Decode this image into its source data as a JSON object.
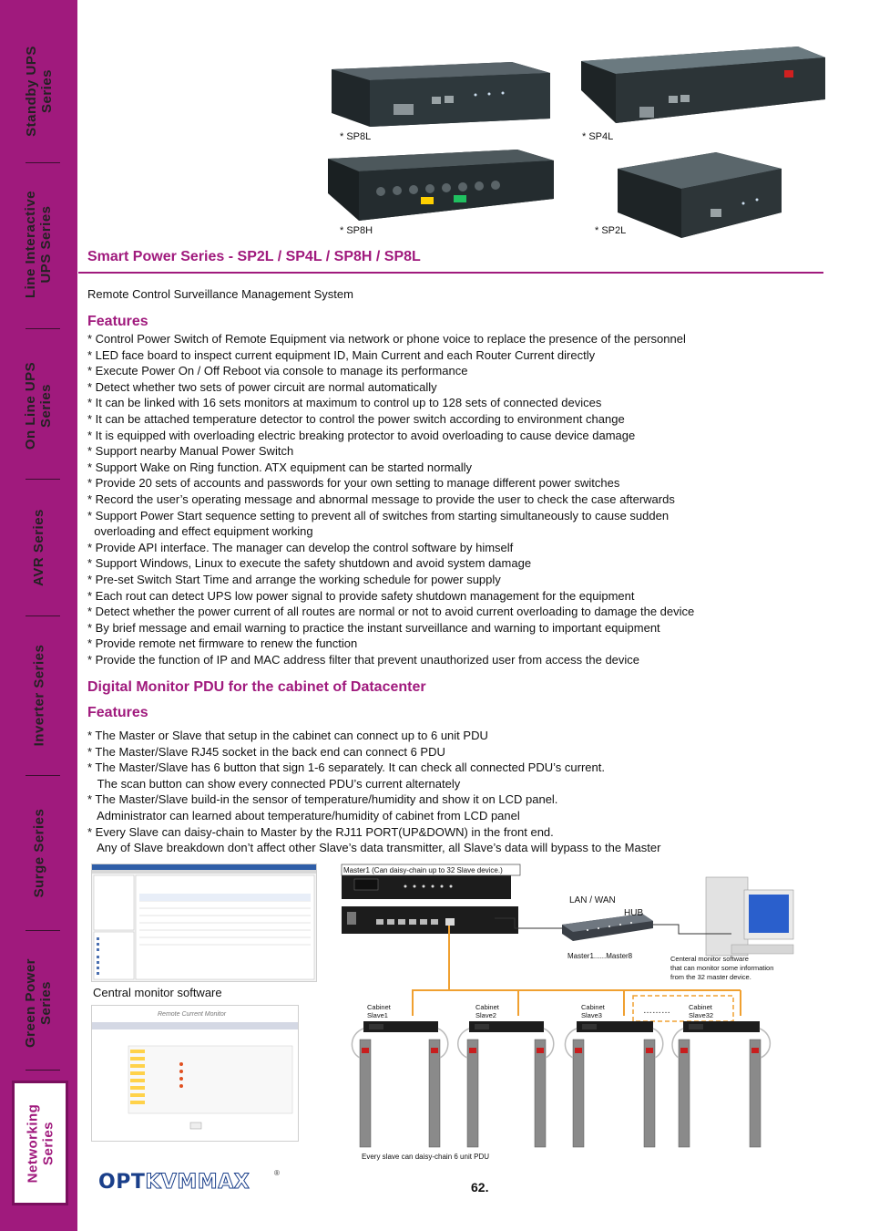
{
  "sidebar": {
    "items": [
      {
        "line1": "Standby UPS",
        "line2": "Series"
      },
      {
        "line1": "Line Interactive",
        "line2": "UPS Series"
      },
      {
        "line1": "On Line UPS",
        "line2": "Series"
      },
      {
        "line1": "AVR Series",
        "line2": ""
      },
      {
        "line1": "Inverter Series",
        "line2": ""
      },
      {
        "line1": "Surge Series",
        "line2": ""
      },
      {
        "line1": "Green Power",
        "line2": "Series"
      },
      {
        "line1": "Networking",
        "line2": "Series"
      }
    ]
  },
  "products": {
    "captions": [
      "* SP8L",
      "* SP4L",
      "* SP8H",
      "* SP2L"
    ]
  },
  "section1": {
    "title": "Smart Power Series - SP2L / SP4L / SP8H / SP8L",
    "subtitle": "Remote Control Surveillance Management System",
    "features_heading": "Features",
    "features": [
      "* Control Power Switch of Remote Equipment via network or phone voice to replace the presence of the personnel",
      "* LED face board to inspect current equipment ID, Main Current and each Router Current directly",
      "* Execute Power On / Off Reboot via console to manage its performance",
      "* Detect whether two sets of power circuit are normal automatically",
      "* It can be linked with 16 sets monitors at maximum to control up to 128 sets of connected devices",
      "* It can be attached temperature detector to control the power switch according to environment change",
      "* It is equipped with overloading electric breaking protector to avoid overloading to cause device damage",
      "* Support nearby Manual Power Switch",
      "* Support Wake on Ring function. ATX equipment can be started normally",
      "* Provide 20 sets of accounts and passwords for your own setting to manage different power switches",
      "* Record the user’s operating message and abnormal message to provide the user to check the case afterwards",
      "* Support Power Start sequence setting to prevent all of switches from starting simultaneously to cause sudden",
      "  overloading and effect equipment working",
      "* Provide API interface. The manager can develop the control software by himself",
      "* Support Windows, Linux to execute the safety shutdown and avoid system damage",
      "* Pre-set Switch Start Time and arrange the working schedule for power supply",
      "* Each rout can detect UPS low power signal to provide safety shutdown management for the equipment",
      "* Detect whether the power current of all routes are normal or not to avoid current overloading to damage the device",
      "* By brief message and email warning to practice the instant surveillance and warning to important equipment",
      "* Provide remote net firmware to renew the function",
      "* Provide the function of IP and MAC address filter that prevent unauthorized user from access the device"
    ]
  },
  "section2": {
    "title": "Digital Monitor PDU for the cabinet of Datacenter",
    "features_heading": "Features",
    "features": [
      "* The Master or Slave that setup in the cabinet can connect up to 6 unit PDU",
      "* The Master/Slave RJ45 socket in the back end can connect 6 PDU",
      "* The Master/Slave has 6 button that sign 1-6 separately. It can check all connected PDU’s current.",
      "   The scan button can show every connected PDU’s current alternately",
      "* The Master/Slave build-in the sensor of temperature/humidity and show it on LCD panel.",
      "   Administrator can learned about temperature/humidity of cabinet from LCD panel",
      "* Every Slave can daisy-chain to Master by the RJ11 PORT(UP&DOWN) in the front end.",
      "   Any of Slave breakdown don’t affect other Slave’s data transmitter, all Slave’s data will bypass to the Master"
    ]
  },
  "screens": {
    "caption": "Central monitor software",
    "panel_title": "Remote Current Monitor"
  },
  "diagram": {
    "master_label": "Master1 (Can daisy-chain up to 32 Slave device.)",
    "lan_label": "LAN / WAN",
    "hub_label": "HUB",
    "master_range": "Master1......Master8",
    "central_note_1": "Centeral monitor software",
    "central_note_2": "that can monitor some information",
    "central_note_3": "from the 32 master device.",
    "slaves": [
      {
        "l1": "Cabinet",
        "l2": "Slave1"
      },
      {
        "l1": "Cabinet",
        "l2": "Slave2"
      },
      {
        "l1": "Cabinet",
        "l2": "Slave3"
      },
      {
        "l1": "Cabinet",
        "l2": "Slave32"
      }
    ],
    "ellipsis": "………",
    "bottom_note": "Every slave can daisy-chain 6 unit PDU"
  },
  "footer": {
    "logo_a": "OPT",
    "logo_b": "KVMMAX",
    "registered": "®",
    "page_number": "62."
  },
  "colors": {
    "brand_magenta": "#a01a7d",
    "diagram_orange": "#f0a030",
    "logo_blue": "#1a3f8a"
  }
}
